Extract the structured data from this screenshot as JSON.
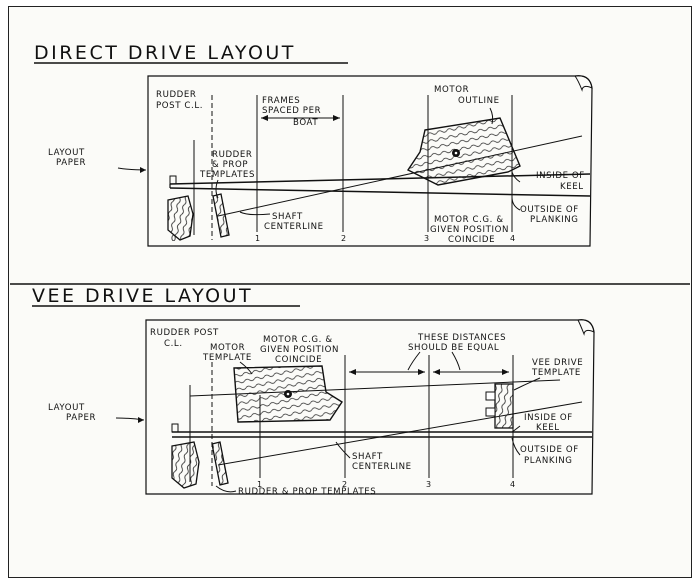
{
  "direct": {
    "title": "DIRECT DRIVE LAYOUT",
    "rudder_post_1": "RUDDER",
    "rudder_post_2": "POST C.L.",
    "frames_1": "FRAMES",
    "frames_2": "SPACED PER",
    "frames_3": "BOAT",
    "motor_outline_1": "MOTOR",
    "motor_outline_2": "OUTLINE",
    "layout_paper_1": "LAYOUT",
    "layout_paper_2": "PAPER",
    "templates_1": "RUDDER",
    "templates_2": "& PROP",
    "templates_3": "TEMPLATES",
    "inside_keel_1": "INSIDE OF",
    "inside_keel_2": "KEEL",
    "outside_plank_1": "OUTSIDE OF",
    "outside_plank_2": "PLANKING",
    "shaft_1": "SHAFT",
    "shaft_2": "CENTERLINE",
    "cg_1": "MOTOR C.G. &",
    "cg_2": "GIVEN POSITION",
    "cg_3": "COINCIDE",
    "frame_nums": [
      "0",
      "1",
      "2",
      "3",
      "4"
    ]
  },
  "vee": {
    "title": "VEE DRIVE LAYOUT",
    "rudder_post_1": "RUDDER POST",
    "rudder_post_2": "C.L.",
    "motor_template_1": "MOTOR",
    "motor_template_2": "TEMPLATE",
    "cg_1": "MOTOR C.G. &",
    "cg_2": "GIVEN POSITION",
    "cg_3": "COINCIDE",
    "distances_1": "THESE DISTANCES",
    "distances_2": "SHOULD BE EQUAL",
    "vee_template_1": "VEE DRIVE",
    "vee_template_2": "TEMPLATE",
    "layout_paper_1": "LAYOUT",
    "layout_paper_2": "PAPER",
    "inside_keel_1": "INSIDE OF",
    "inside_keel_2": "KEEL",
    "outside_plank_1": "OUTSIDE OF",
    "outside_plank_2": "PLANKING",
    "shaft_1": "SHAFT",
    "shaft_2": "CENTERLINE",
    "templates": "RUDDER & PROP TEMPLATES",
    "frame_nums": [
      "1",
      "2",
      "3",
      "4"
    ]
  },
  "colors": {
    "ink": "#111111",
    "paper": "#fbfbf8"
  }
}
